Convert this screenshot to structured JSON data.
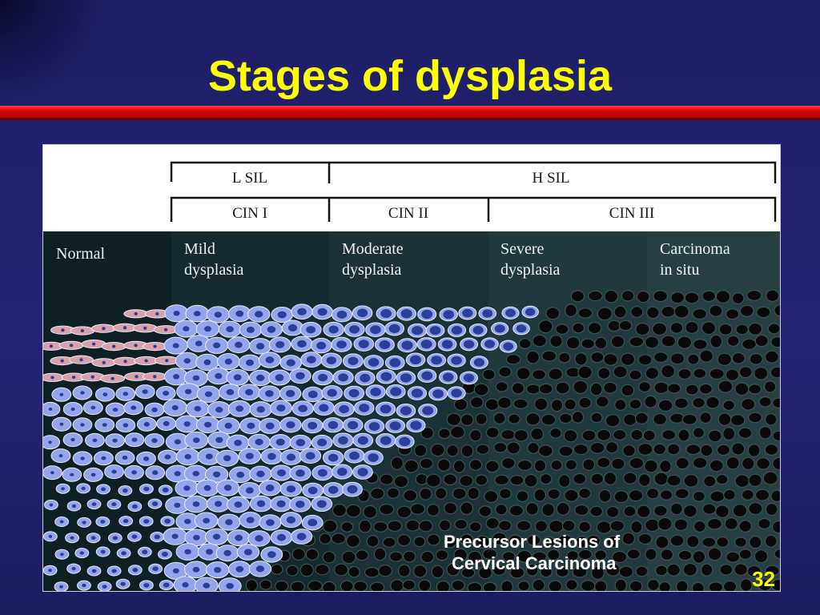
{
  "slide": {
    "title": "Stages of dysplasia",
    "page_number": "32"
  },
  "colors": {
    "title": "#ffff00",
    "rule": "#d60000",
    "background": "#1f1f6b",
    "normal_cell": "#d9a0a8",
    "dysplastic_cell": "#93a6ec",
    "nucleus": "#2a3f9a",
    "carcinoma_cell": "#0a0a0a"
  },
  "figure": {
    "sil_headers": [
      "L SIL",
      "H SIL"
    ],
    "cin_headers": [
      "CIN I",
      "CIN II",
      "CIN III"
    ],
    "stages": [
      {
        "lines": [
          "Normal"
        ]
      },
      {
        "lines": [
          "Mild",
          "dysplasia"
        ]
      },
      {
        "lines": [
          "Moderate",
          "dysplasia"
        ]
      },
      {
        "lines": [
          "Severe",
          "dysplasia"
        ]
      },
      {
        "lines": [
          "Carcinoma",
          "in situ"
        ]
      }
    ],
    "caption_lines": [
      "Precursor Lesions of",
      "Cervical Carcinoma"
    ]
  }
}
